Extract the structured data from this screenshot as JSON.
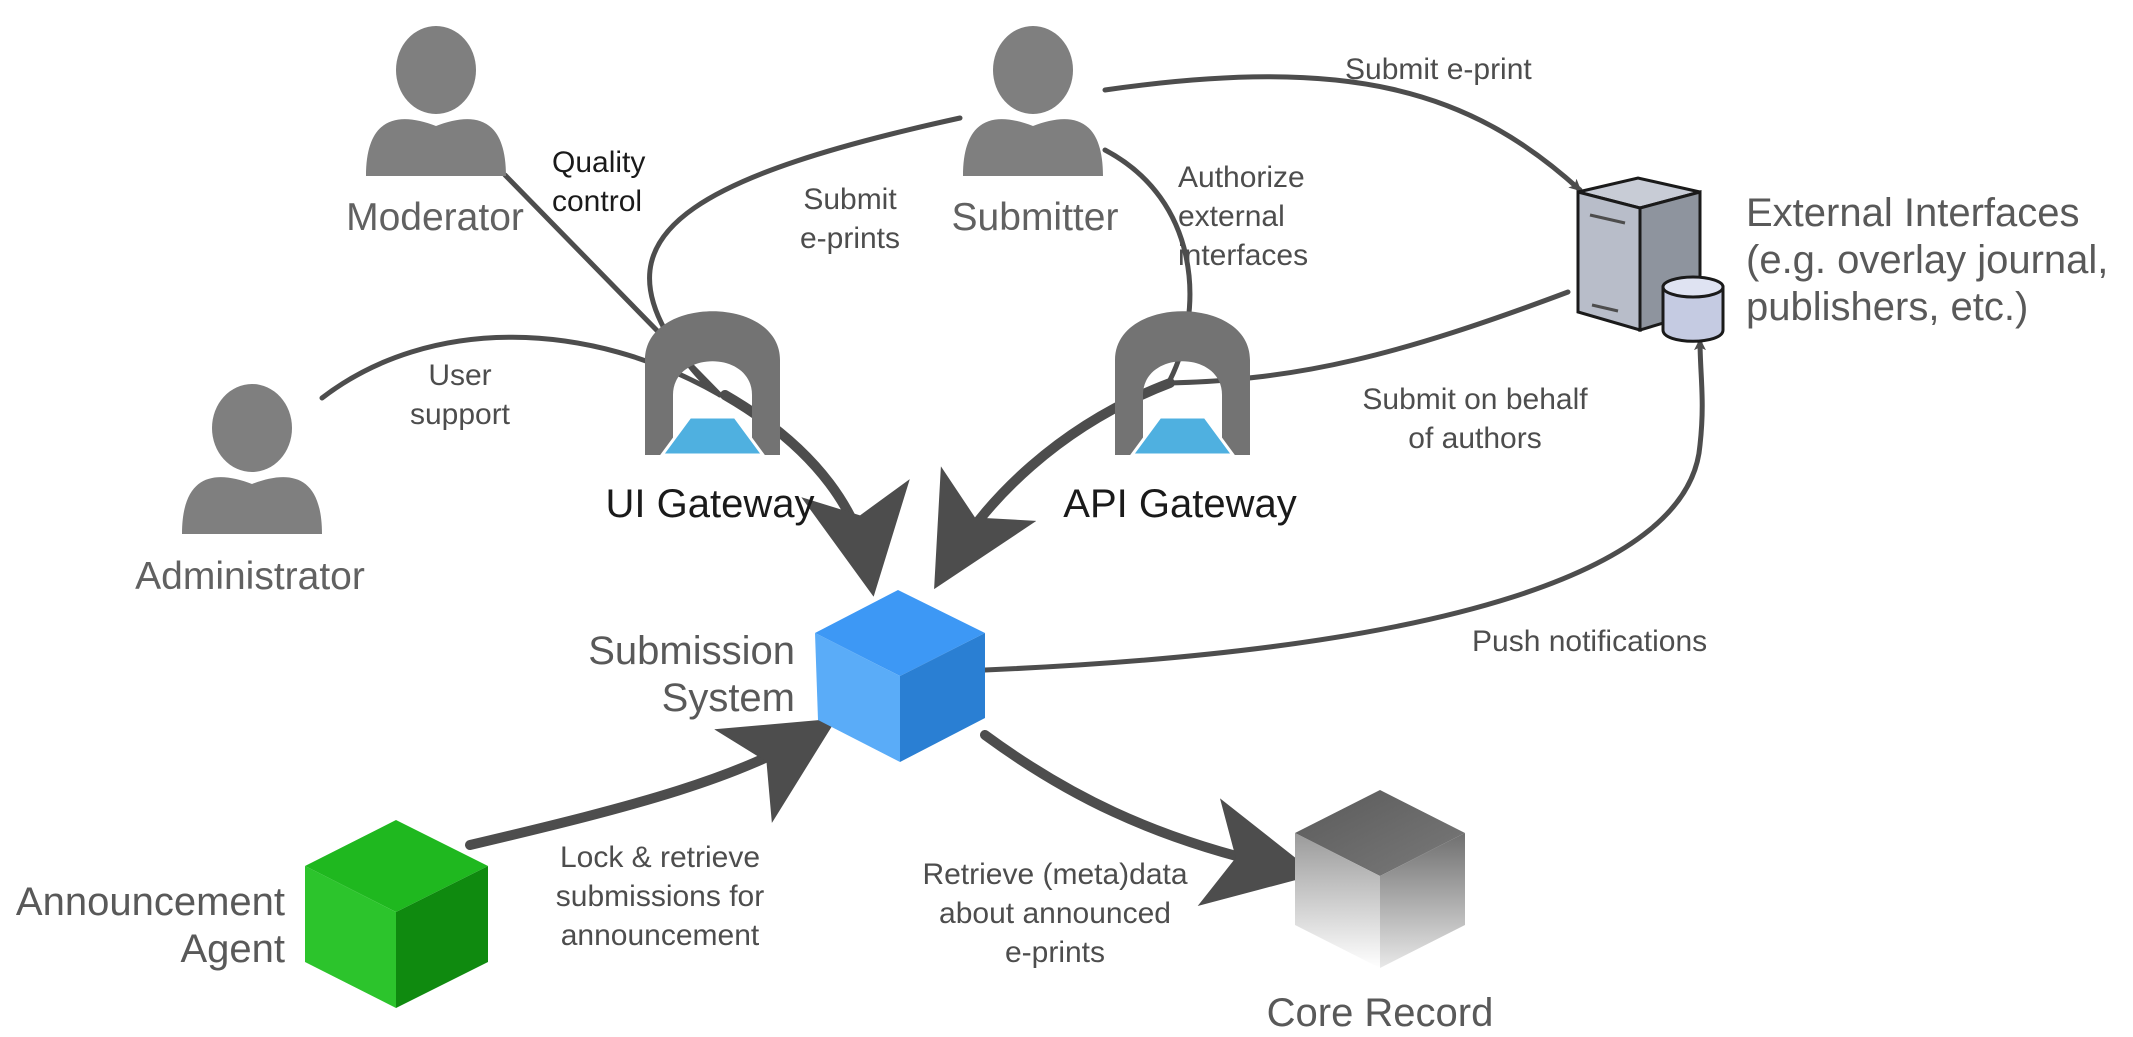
{
  "actors": {
    "moderator": "Moderator",
    "submitter": "Submitter",
    "administrator": "Administrator"
  },
  "gateways": {
    "ui": "UI Gateway",
    "api": "API Gateway"
  },
  "nodes": {
    "submission_system": [
      "Submission",
      "System"
    ],
    "announcement_agent": [
      "Announcement",
      "Agent"
    ],
    "core_record": "Core Record",
    "external_interfaces": [
      "External Interfaces",
      "(e.g. overlay journal,",
      "publishers, etc.)"
    ]
  },
  "edges": {
    "quality_control": [
      "Quality",
      "control"
    ],
    "submit_eprints": [
      "Submit",
      "e-prints"
    ],
    "authorize_external": [
      "Authorize",
      "external",
      "interfaces"
    ],
    "submit_eprint": "Submit e-print",
    "user_support": [
      "User",
      "support"
    ],
    "submit_on_behalf": [
      "Submit on behalf",
      "of authors"
    ],
    "push_notifications": "Push notifications",
    "lock_retrieve": [
      "Lock & retrieve",
      "submissions for",
      "announcement"
    ],
    "retrieve_metadata": [
      "Retrieve (meta)data",
      "about announced",
      "e-prints"
    ]
  },
  "colors": {
    "person": "#7f7f7f",
    "connector": "#4d4d4d",
    "gateway_arch": "#737373",
    "gateway_base": "#4fb0e0",
    "submission_cube": "#3d98f5",
    "announcement_cube": "#1fb81f",
    "core_cube": "#8c8c8c"
  }
}
